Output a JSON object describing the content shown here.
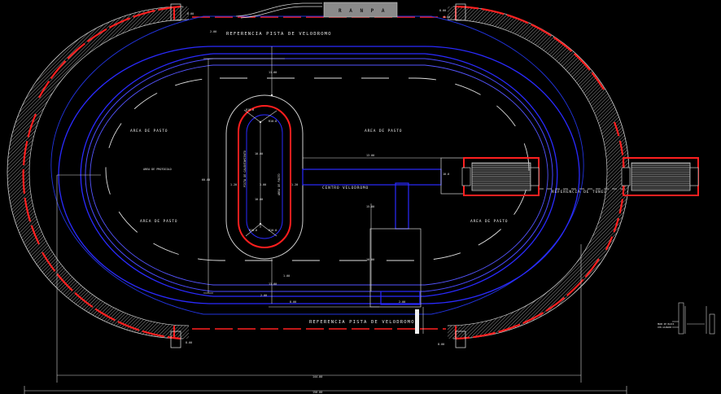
{
  "labels": {
    "referencia_top": "REFERENCIA PISTA DE VELODROMO",
    "referencia_bottom": "REFERENCIA PISTA DE VELODROMO",
    "rampa": "R A N P A",
    "area_pasto_ul": "AREA DE PASTO",
    "area_pasto_ur": "AREA DE PASTO",
    "area_pasto_ll": "AREA DE PASTO",
    "area_pasto_lr": "AREA DE PASTO",
    "area_protocolo": "AREA DE PROTOCOLO",
    "centro_velodromo": "CENTRO VELODROMO",
    "pista_calentamiento": "PISTA DE CALENTAMIENTO",
    "area_pasto_vertical": "AREA DE PASTO",
    "referencia_tunel": "REFERENCIA DE TUNEL"
  },
  "dims": {
    "d1": "8.00",
    "d2": "8.00",
    "d3": "8.00",
    "d4": "2.00",
    "d5": "11.00",
    "d6": "R10.0",
    "d7": "R10.0",
    "d8": "R10.0",
    "d9": "R10.0",
    "d10": "10.00",
    "d11": "10.00",
    "d12": "3.00",
    "d13": "13.00",
    "d14": "60.00",
    "d15": "1.20",
    "d16": "1.20",
    "d17": "10.0",
    "d18": "15.00",
    "d19": "10.00",
    "d20": "11.00",
    "d21": "2.00",
    "d22": "8.00",
    "d23": "2.00",
    "d24": "1.00",
    "d25": "8.00",
    "d26": "8.00",
    "d27": "144.00",
    "d28": "150.00"
  },
  "legend": {
    "line1": "MURO DE BLOCK",
    "line2": "CON ACABADO"
  }
}
